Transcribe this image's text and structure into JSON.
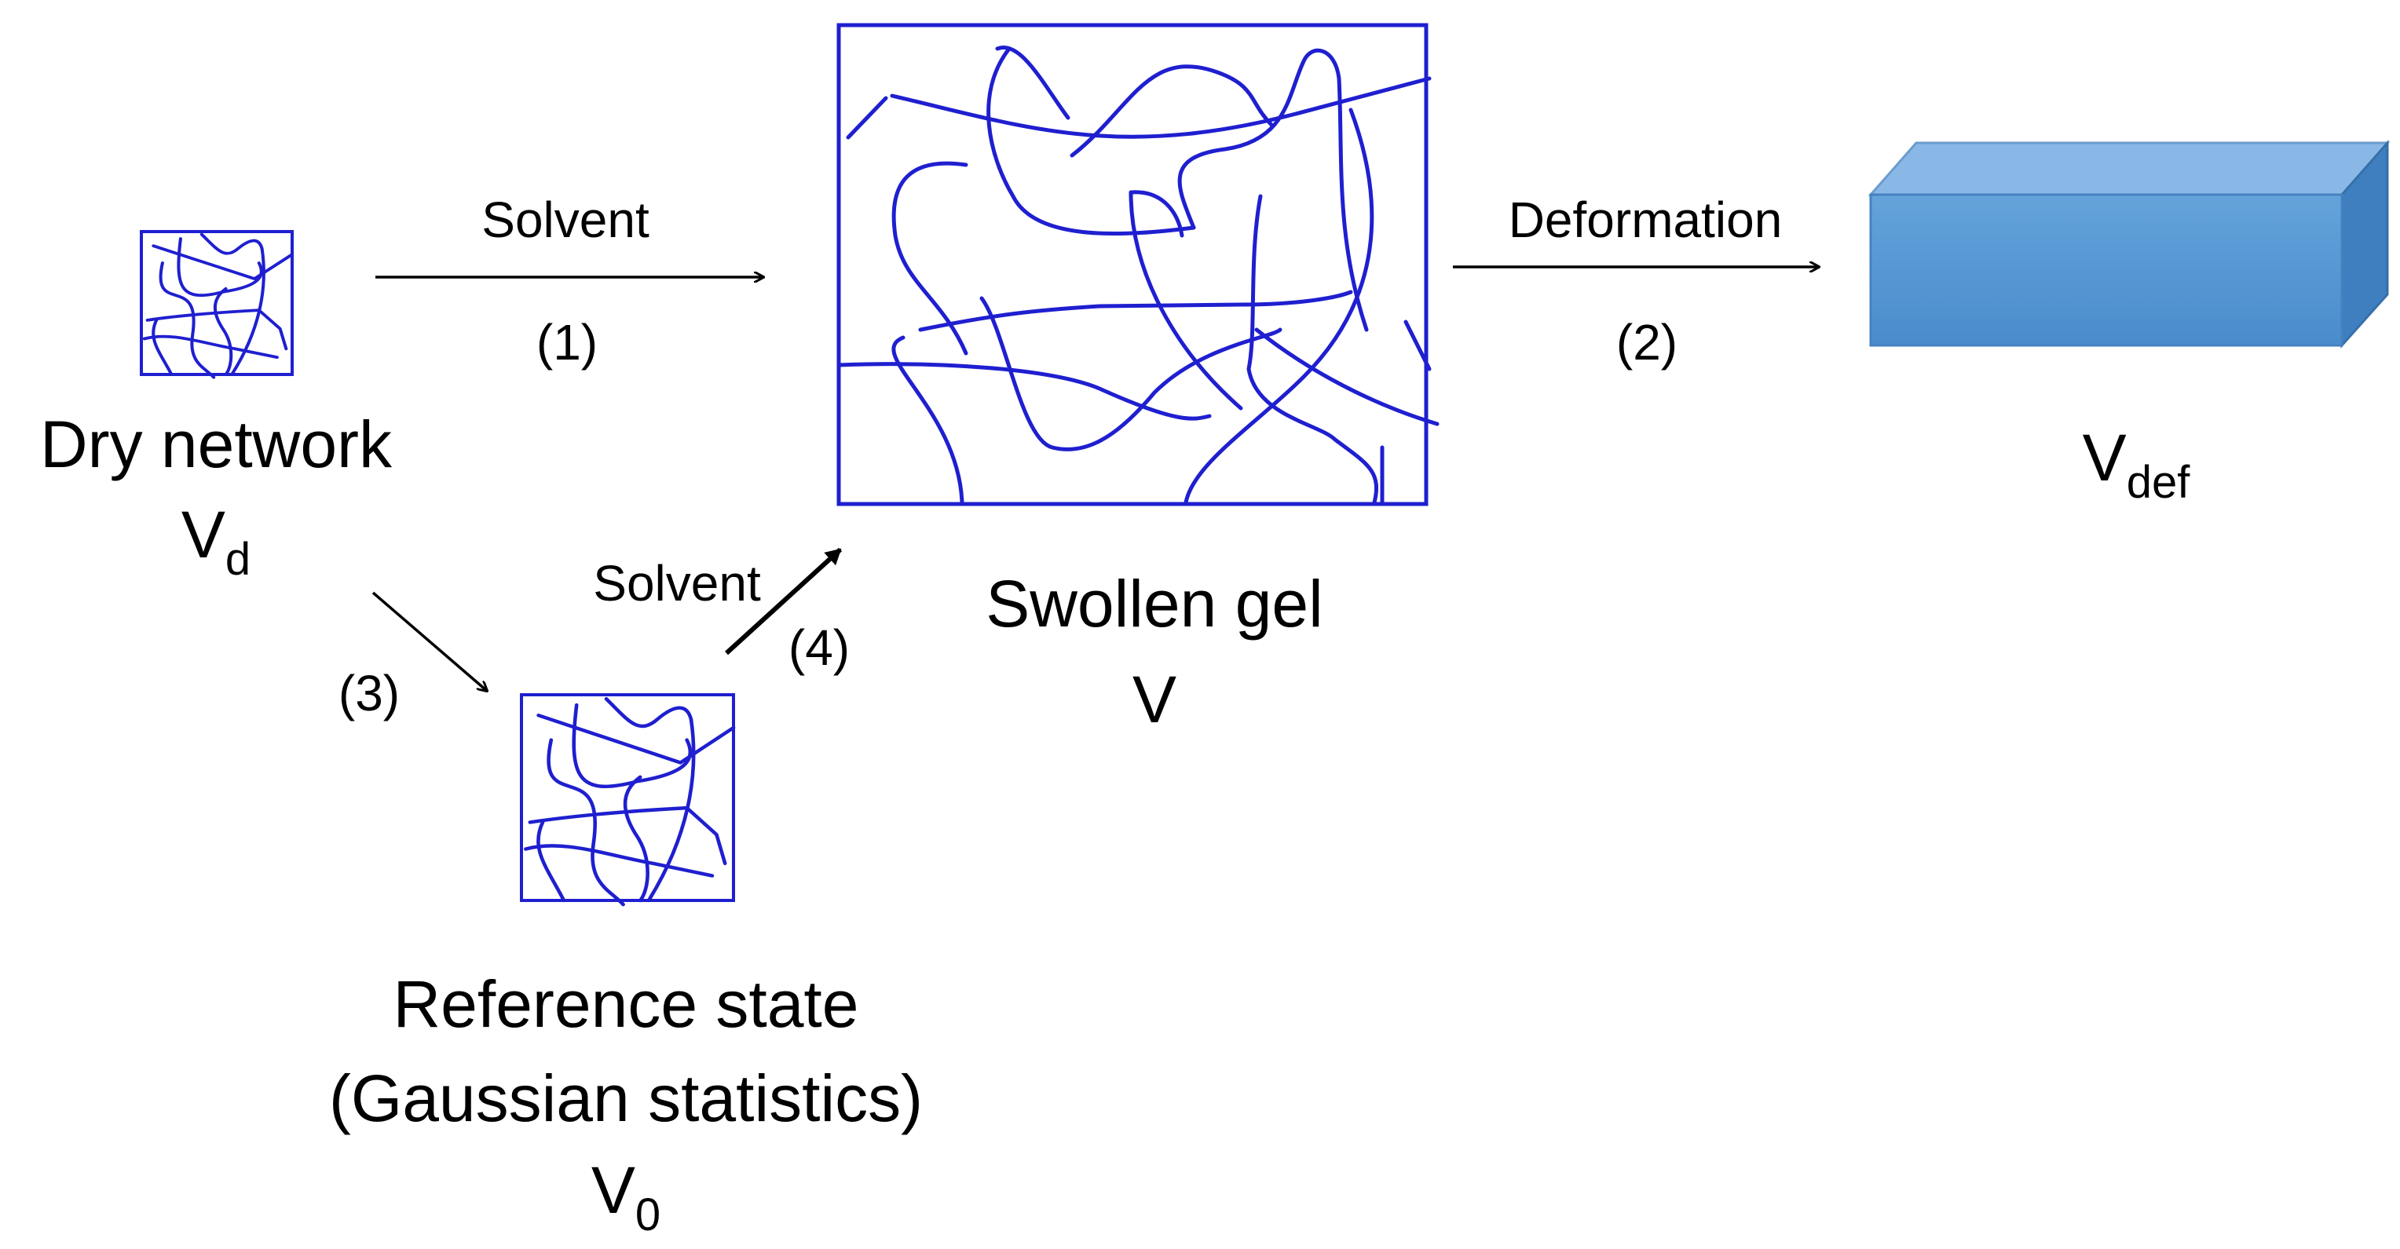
{
  "arrows": {
    "solvent_top": "Solvent",
    "step1": "(1)",
    "deformation": "Deformation",
    "step2": "(2)",
    "step3": "(3)",
    "solvent_diag": "Solvent",
    "step4": "(4)"
  },
  "states": {
    "dry": {
      "label": "Dry network",
      "symbol": "V",
      "subscript": "d"
    },
    "swollen": {
      "label": "Swollen gel",
      "symbol": "V"
    },
    "deformed": {
      "symbol": "V",
      "subscript": "def"
    },
    "reference": {
      "label_line1": "Reference state",
      "label_line2": "(Gaussian statistics)",
      "symbol": "V",
      "subscript": "0"
    }
  },
  "colors": {
    "network": "#1f1fd0",
    "block_front": "#5b9bd5",
    "block_top": "#8ab8e6",
    "block_side": "#3f7fbf"
  }
}
